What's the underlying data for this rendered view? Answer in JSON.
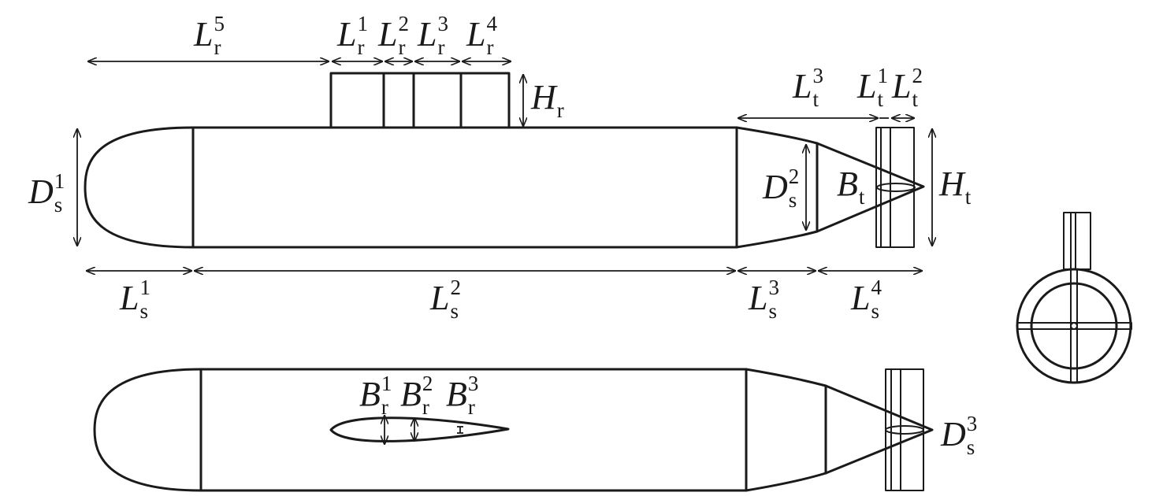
{
  "labels": {
    "Lr5": {
      "base": "L",
      "sup": "5",
      "sub": "r"
    },
    "Lr1": {
      "base": "L",
      "sup": "1",
      "sub": "r"
    },
    "Lr2": {
      "base": "L",
      "sup": "2",
      "sub": "r"
    },
    "Lr3": {
      "base": "L",
      "sup": "3",
      "sub": "r"
    },
    "Lr4": {
      "base": "L",
      "sup": "4",
      "sub": "r"
    },
    "Hr": {
      "base": "H",
      "sub": "r"
    },
    "Lt3": {
      "base": "L",
      "sup": "3",
      "sub": "t"
    },
    "Lt1": {
      "base": "L",
      "sup": "1",
      "sub": "t"
    },
    "Lt2": {
      "base": "L",
      "sup": "2",
      "sub": "t"
    },
    "Ds1": {
      "base": "D",
      "sup": "1",
      "sub": "s"
    },
    "Ds2": {
      "base": "D",
      "sup": "2",
      "sub": "s"
    },
    "Bt": {
      "base": "B",
      "sub": "t"
    },
    "Ht": {
      "base": "H",
      "sub": "t"
    },
    "Ls1": {
      "base": "L",
      "sup": "1",
      "sub": "s"
    },
    "Ls2": {
      "base": "L",
      "sup": "2",
      "sub": "s"
    },
    "Ls3": {
      "base": "L",
      "sup": "3",
      "sub": "s"
    },
    "Ls4": {
      "base": "L",
      "sup": "4",
      "sub": "s"
    },
    "Br1": {
      "base": "B",
      "sup": "1",
      "sub": "r"
    },
    "Br2": {
      "base": "B",
      "sup": "2",
      "sub": "r"
    },
    "Br3": {
      "base": "B",
      "sup": "3",
      "sub": "r"
    },
    "Ds3": {
      "base": "D",
      "sup": "3",
      "sub": "s"
    }
  }
}
